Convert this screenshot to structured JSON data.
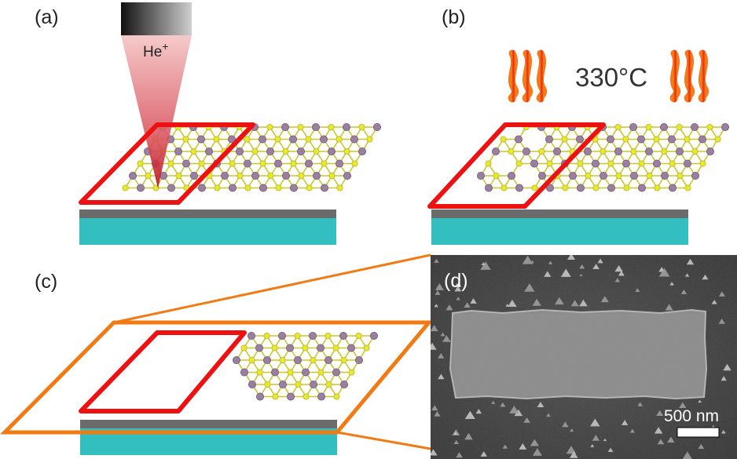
{
  "panels": {
    "a": {
      "label": "(a)"
    },
    "b": {
      "label": "(b)",
      "temperature": "330°C"
    },
    "c": {
      "label": "(c)"
    },
    "d": {
      "label": "(d)",
      "scale_bar": "500 nm"
    }
  },
  "ion_beam": {
    "label": "He",
    "charge": "+"
  },
  "colors": {
    "substrate": "#33bfbf",
    "oxide_layer": "#6b6b6b",
    "highlight_box": "#ee1111",
    "zoom_frame": "#f27a12",
    "metal_atom": "#9a7fa0",
    "chalcogen_atom": "#e8e832",
    "bond": "#c8c828",
    "heater": "#f06a10",
    "sem_background": "#3c3c3c",
    "sem_patch": "#8a8a8a"
  }
}
